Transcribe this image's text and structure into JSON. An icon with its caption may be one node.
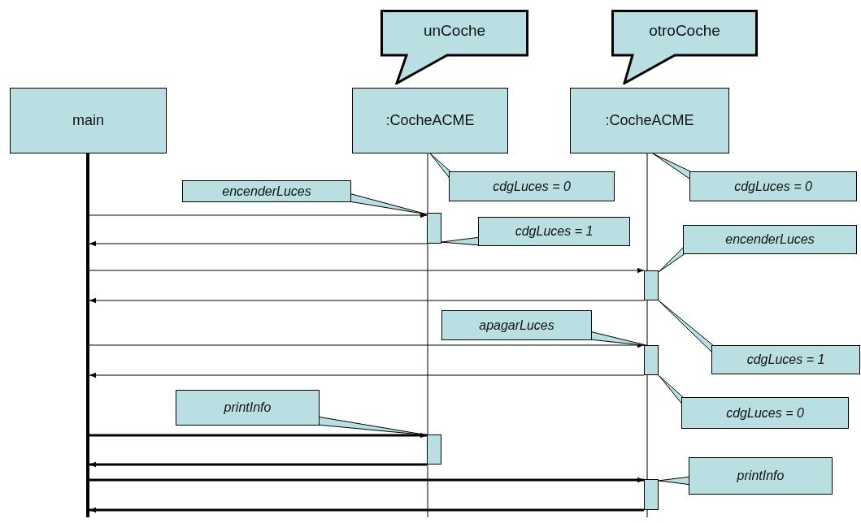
{
  "diagram": {
    "nodes": [
      {
        "text": [
          "main"
        ]
      },
      {
        "text": [],
        "shape": "bar"
      },
      {
        "text": [
          "unCoche"
        ]
      },
      {
        "text": [
          ":CocheACME"
        ]
      },
      {
        "text": [
          "otroCoche"
        ]
      },
      {
        "text": [
          ":CocheACME"
        ]
      },
      {
        "text": [],
        "shape": "bar"
      },
      {
        "text": [],
        "shape": "bar"
      },
      {
        "text": [],
        "shape": "bar"
      },
      {
        "text": [],
        "shape": "bar"
      },
      {
        "text": [],
        "shape": "bar"
      },
      {
        "text": [
          "encenderLuces"
        ]
      },
      {
        "text": [
          "cdgLuces = 0"
        ]
      },
      {
        "text": [
          "cdgLuces = 1"
        ]
      },
      {
        "text": [
          "cdgLuces = 0"
        ]
      },
      {
        "text": [
          "encenderLuces"
        ]
      },
      {
        "text": [
          "cdgLuces = 1"
        ]
      },
      {
        "text": [
          "apagarLuces"
        ]
      },
      {
        "text": [
          "cdgLuces = 0"
        ]
      },
      {
        "text": [
          "printInfo"
        ]
      },
      {
        "text": [
          "printInfo"
        ]
      }
    ],
    "edges": [
      {
        "from": 1,
        "to": 6,
        "arrow": "to"
      },
      {
        "from": 6,
        "to": 1,
        "arrow": "to"
      },
      {
        "from": 1,
        "to": 7,
        "arrow": "to"
      },
      {
        "from": 7,
        "to": 1,
        "arrow": "to"
      },
      {
        "from": 1,
        "to": 8,
        "arrow": "to"
      },
      {
        "from": 8,
        "to": 1,
        "arrow": "to"
      },
      {
        "from": 1,
        "to": 9,
        "arrow": "to",
        "style": "thick"
      },
      {
        "from": 9,
        "to": 1,
        "arrow": "to",
        "style": "thick"
      },
      {
        "from": 1,
        "to": 10,
        "arrow": "to",
        "style": "thick"
      },
      {
        "from": 10,
        "to": 1,
        "arrow": "to",
        "style": "thick"
      },
      {
        "from": 11,
        "to": 6,
        "arrow": "none"
      },
      {
        "from": 12,
        "to": 3,
        "arrow": "none"
      },
      {
        "from": 13,
        "to": 6,
        "arrow": "none"
      },
      {
        "from": 14,
        "to": 5,
        "arrow": "none"
      },
      {
        "from": 15,
        "to": 7,
        "arrow": "none"
      },
      {
        "from": 16,
        "to": 7,
        "arrow": "none"
      },
      {
        "from": 17,
        "to": 8,
        "arrow": "none"
      },
      {
        "from": 18,
        "to": 8,
        "arrow": "none"
      },
      {
        "from": 19,
        "to": 9,
        "arrow": "none"
      },
      {
        "from": 20,
        "to": 10,
        "arrow": "none"
      }
    ]
  }
}
